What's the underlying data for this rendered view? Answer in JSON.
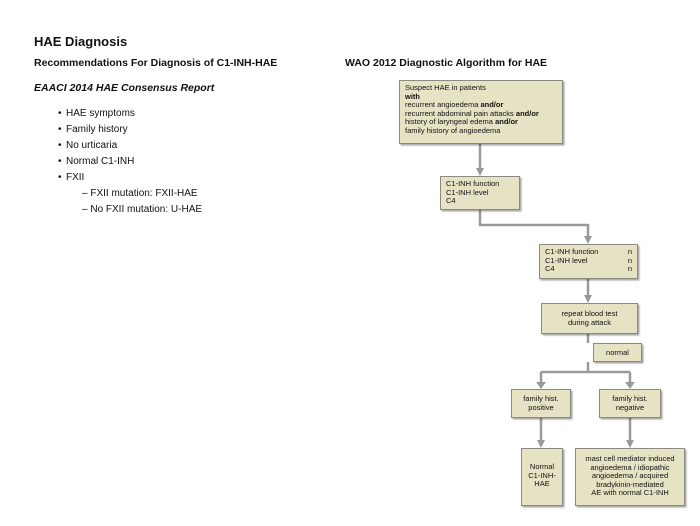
{
  "page": {
    "title": "HAE Diagnosis"
  },
  "left": {
    "heading": "Recommendations For Diagnosis of C1-INH-HAE",
    "report_title": "EAACI 2014 HAE Consensus Report",
    "criteria": [
      "HAE symptoms",
      "Family history",
      "No urticaria",
      "Normal C1-INH",
      "FXII"
    ],
    "fxii_subitems": [
      "FXII mutation: FXII-HAE",
      "No FXII mutation: U-HAE"
    ]
  },
  "right": {
    "heading": "WAO 2012 Diagnostic Algorithm for HAE"
  },
  "flowchart": {
    "suspect": {
      "line1": "Suspect HAE in patients",
      "line2": "with",
      "line3_text": "recurrent angioedema ",
      "line3_bold": "and/or",
      "line4_text": "recurrent abdominal pain attacks ",
      "line4_bold": "and/or",
      "line5_text": "history of laryngeal edema ",
      "line5_bold": "and/or",
      "line6": "family history of angioedema"
    },
    "tests": [
      "C1-INH function",
      "C1-INH level",
      "C4"
    ],
    "results": [
      {
        "label": "C1-INH function",
        "value": "n"
      },
      {
        "label": "C1-INH level",
        "value": "n"
      },
      {
        "label": "C4",
        "value": "n"
      }
    ],
    "repeat": [
      "repeat blood test",
      "during attack"
    ],
    "normal": "normal",
    "fam_positive": [
      "family hist.",
      "positive"
    ],
    "fam_negative": [
      "family hist.",
      "negative"
    ],
    "outcome_normal": [
      "Normal",
      "C1-INH-",
      "HAE"
    ],
    "outcome_other": [
      "mast cell mediator induced",
      "angioedema / idiopathic",
      "angioedema / acquired",
      "bradykinin-mediated",
      "AE with normal C1-INH"
    ],
    "colors": {
      "box_fill": "#e6e2c4",
      "connector": "#9a9a9a"
    }
  }
}
